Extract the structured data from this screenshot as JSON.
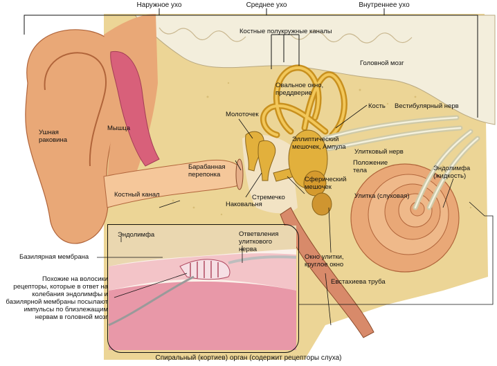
{
  "headers": {
    "outer_ear": "Наружное ухо",
    "middle_ear": "Среднее ухо",
    "inner_ear": "Внутреннее ухо"
  },
  "labels": {
    "semicircular_canals": "Костные полукружные каналы",
    "brain": "Головной мозг",
    "oval_window": "Овальное окно, преддверие",
    "bone": "Кость",
    "vestibular_nerve": "Вестибулярный нерв",
    "auricle": "Ушная раковина",
    "muscle": "Мышца",
    "malleus": "Молоточек",
    "elliptic_sac": "Эллиптический мешочек, Ампула",
    "cochlear_nerve": "Улитковый нерв",
    "body_position": "Положение тела",
    "endolymph_fluid": "Эндолимфа (жидкость)",
    "eardrum": "Барабанная перепонка",
    "saccule": "Сферический мешочек",
    "bony_canal": "Костный канал",
    "stapes": "Стремечко",
    "cochlea": "Улитка (слуховая)",
    "incus": "Наковальня",
    "endolymph": "Эндолимфа",
    "cochlear_branches": "Ответвления улиткового нерва",
    "basilar_membrane": "Базилярная мембрана",
    "round_window": "Окно улитки, круглое окно",
    "receptors_note": "Похожие на волосики рецепторы, которые в ответ на колебания эндолимфы и базилярной мембраны посылают импульсы по близлежащим нервам в головной мозг",
    "eustachian_tube": "Евстахиева труба",
    "spiral_organ": "Спиральный (кортиев) орган (содержит рецепторы слуха)"
  },
  "colors": {
    "skin": "#e9a877",
    "skin_dark": "#c9784a",
    "bone": "#ecd596",
    "bone_dark": "#c8a860",
    "brain": "#f3eedc",
    "muscle": "#d8607a",
    "nerve": "#e4e0c4",
    "ossicle": "#e2b03c",
    "ink": "#111111"
  }
}
